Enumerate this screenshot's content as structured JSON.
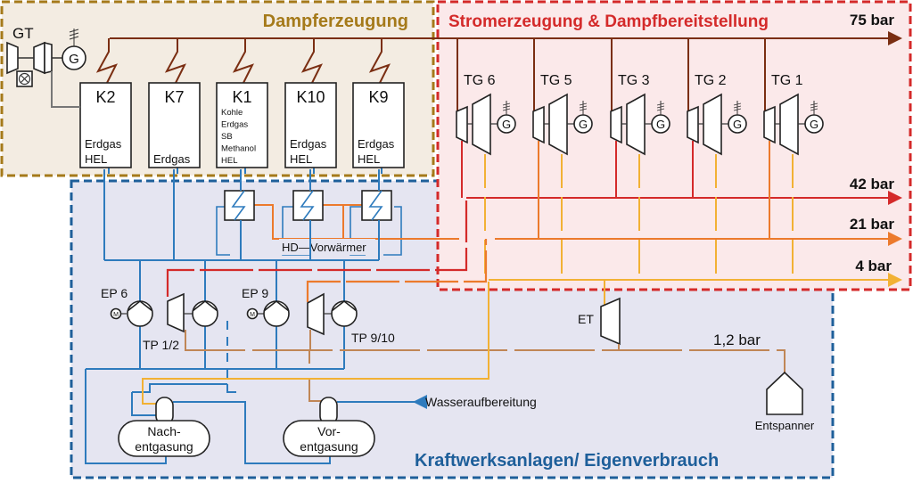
{
  "colors": {
    "steam_75": "#7a2e12",
    "steam_42": "#d42a2a",
    "steam_21": "#ec7a2c",
    "steam_4": "#f2b134",
    "steam_1_2": "#c08656",
    "water": "#2e7bbd",
    "gas": "#777777",
    "region_dampf": "#a57a1a",
    "region_strom": "#d42a2a",
    "region_kraft": "#1e5f9a"
  },
  "regions": {
    "dampferzeugung": {
      "title": "Dampferzeugung"
    },
    "stromerzeugung": {
      "title": "Stromerzeugung & Dampfbereitstellung"
    },
    "kraftwerk": {
      "title": "Kraftwerksanlagen/  Eigenverbrauch"
    }
  },
  "gas_turbine": {
    "label": "GT",
    "generator": "G"
  },
  "boilers": [
    {
      "id": "K2",
      "fuels": [
        "Erdgas",
        "HEL"
      ]
    },
    {
      "id": "K7",
      "fuels": [
        "Erdgas"
      ]
    },
    {
      "id": "K1",
      "fuels": [
        "Kohle",
        "Erdgas",
        "SB",
        "Methanol",
        "HEL"
      ]
    },
    {
      "id": "K10",
      "fuels": [
        "Erdgas",
        "HEL"
      ]
    },
    {
      "id": "K9",
      "fuels": [
        "Erdgas",
        "HEL"
      ]
    }
  ],
  "turbine_generators": [
    {
      "id": "TG 6",
      "generator": "G"
    },
    {
      "id": "TG 5",
      "generator": "G"
    },
    {
      "id": "TG 3",
      "generator": "G"
    },
    {
      "id": "TG 2",
      "generator": "G"
    },
    {
      "id": "TG 1",
      "generator": "G"
    }
  ],
  "pressure_levels": [
    {
      "label": "75 bar"
    },
    {
      "label": "42 bar"
    },
    {
      "label": "21 bar"
    },
    {
      "label": "4 bar"
    },
    {
      "label": "1,2 bar"
    }
  ],
  "preheater": {
    "label": "HD—Vorwärmer"
  },
  "pumps": {
    "ep6": "EP 6",
    "ep9": "EP 9",
    "tp12": "TP 1/2",
    "tp910": "TP 9/10",
    "motor": "M"
  },
  "expansion_turbine": {
    "label": "ET"
  },
  "degassers": {
    "nach": [
      "Nach-",
      "entgasung"
    ],
    "vor": [
      "Vor-",
      "entgasung"
    ]
  },
  "water_treatment": {
    "label": "Wasseraufbereitung"
  },
  "flash_tank": {
    "label": "Entspanner"
  }
}
